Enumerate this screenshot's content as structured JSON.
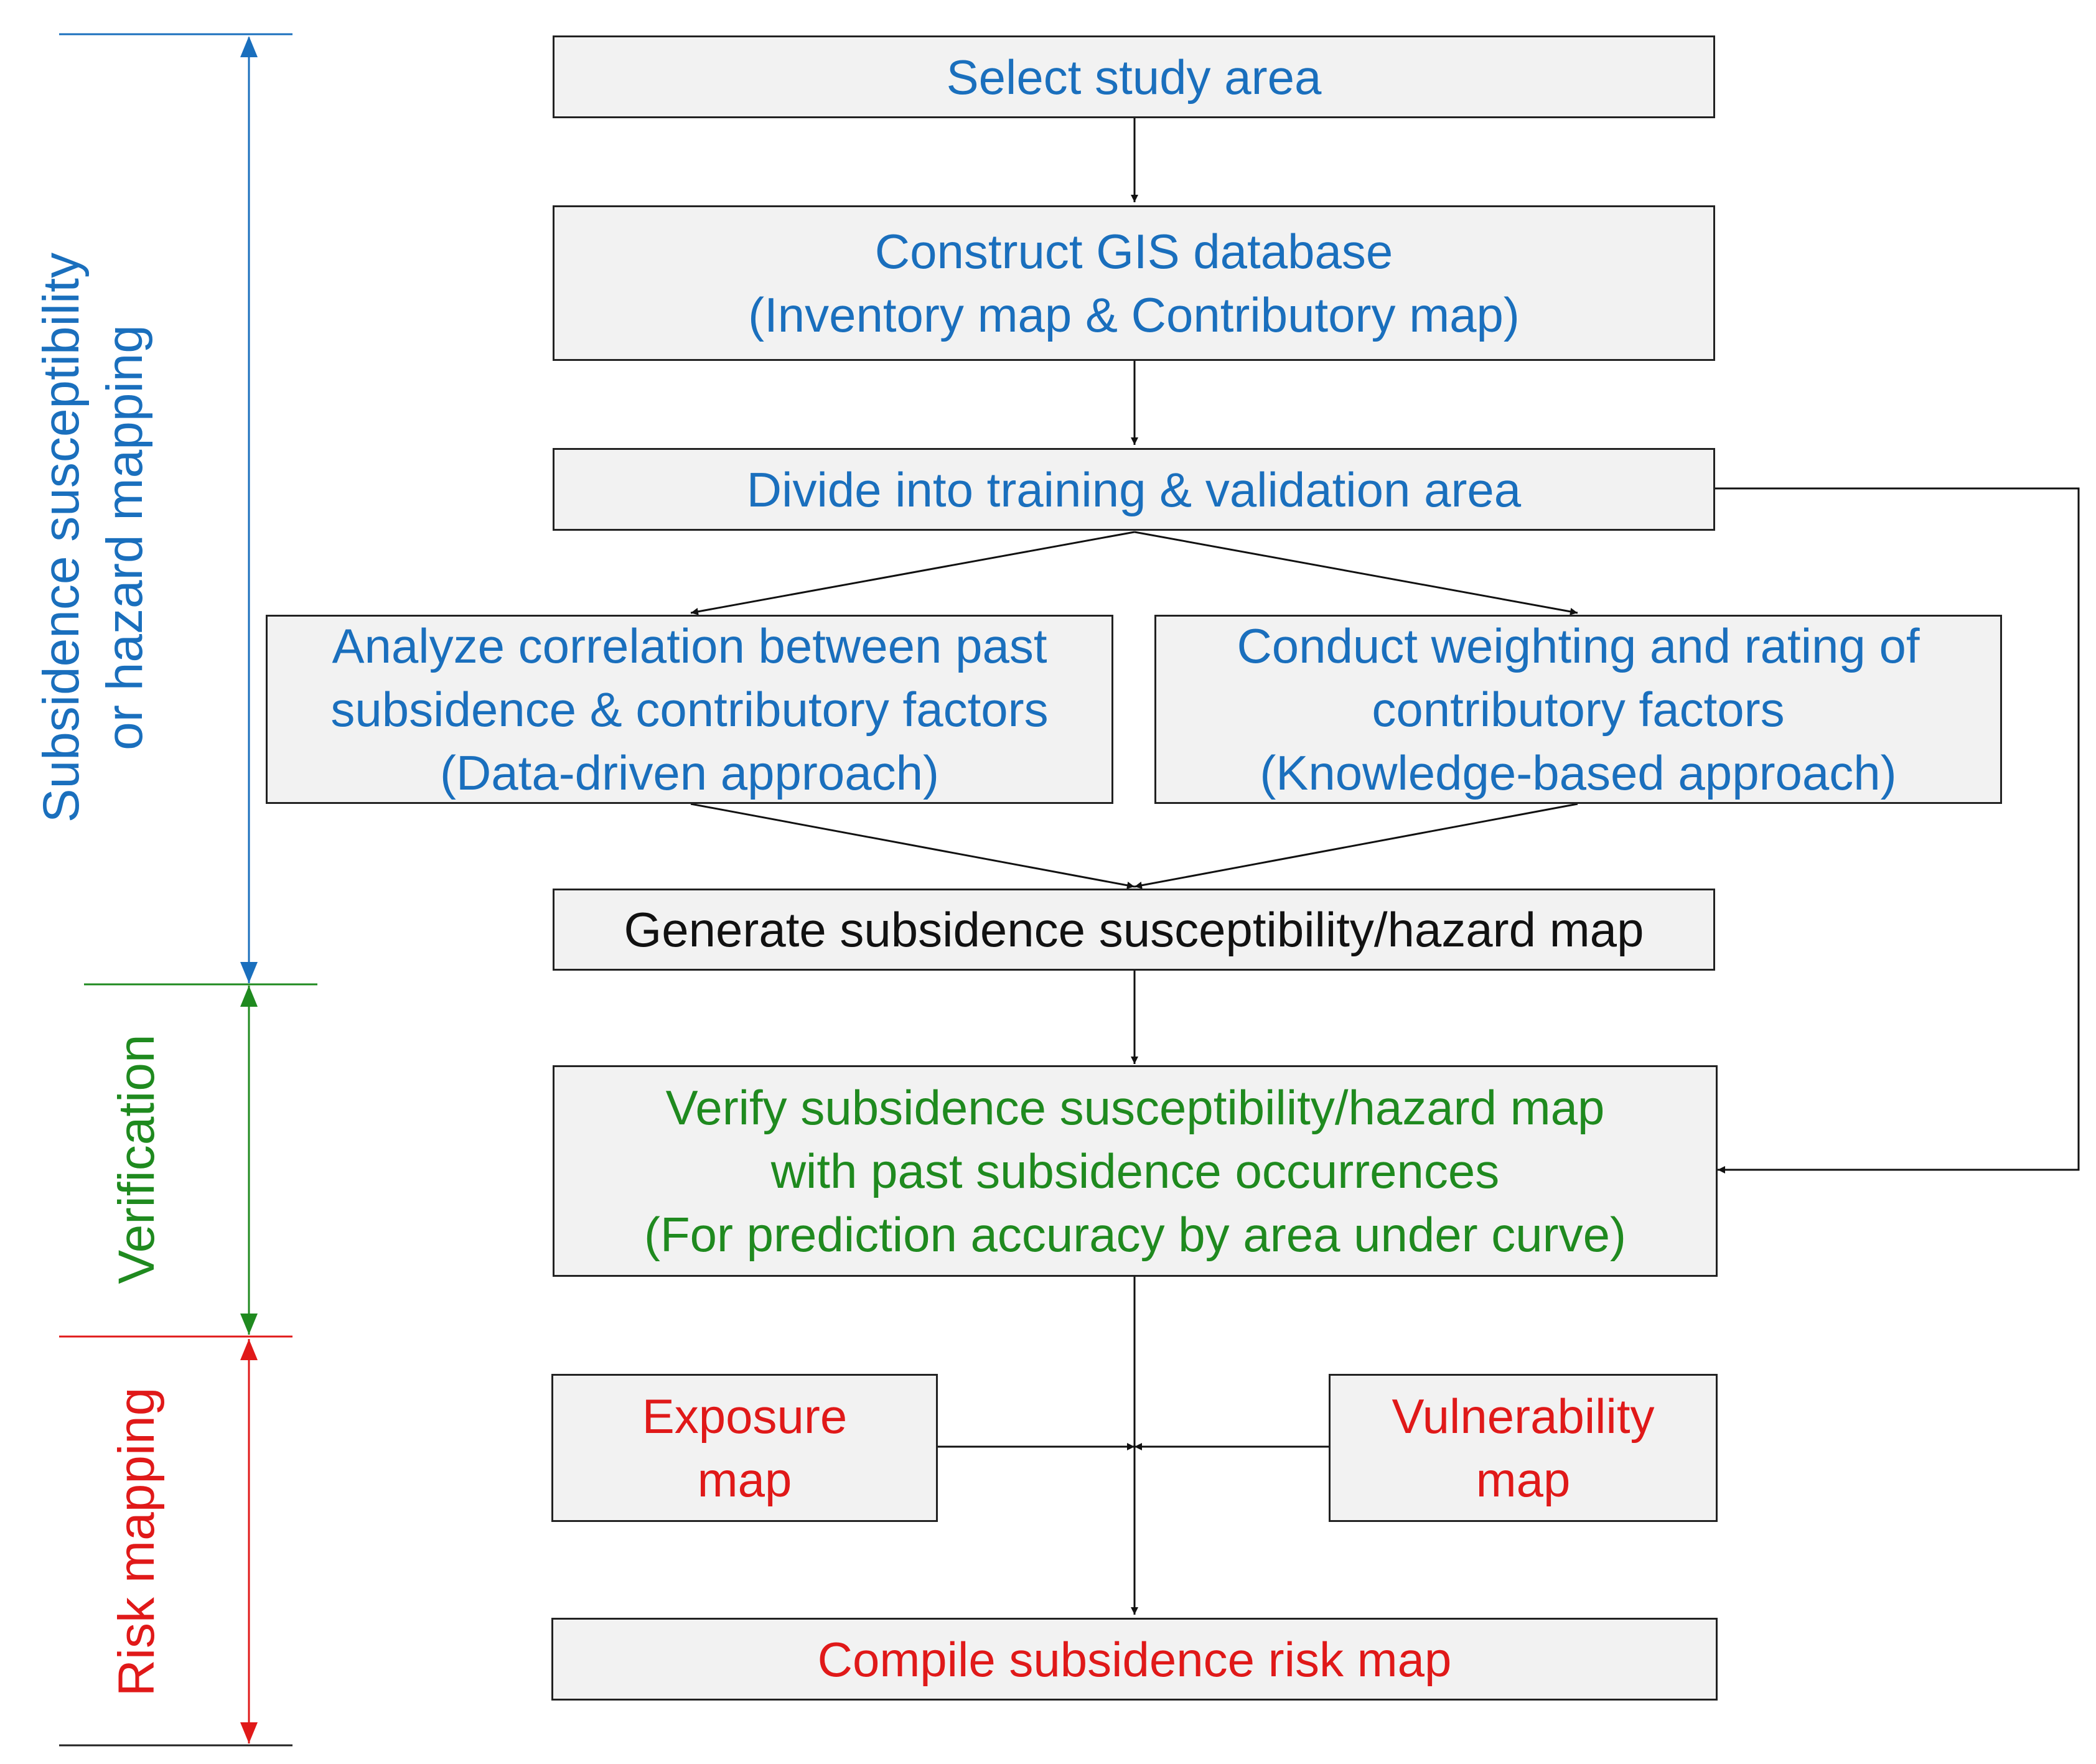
{
  "phases": {
    "susceptibility": {
      "lines": [
        "Subsidence susceptibility",
        "or hazard mapping"
      ],
      "color": "#1a6fbd"
    },
    "verification": {
      "lines": [
        "Verification"
      ],
      "color": "#1f8a1f"
    },
    "risk": {
      "lines": [
        "Risk mapping"
      ],
      "color": "#e01919"
    }
  },
  "steps": {
    "select_area": {
      "lines": [
        "Select study area"
      ]
    },
    "construct_gis": {
      "lines": [
        "Construct GIS database",
        "(Inventory map & Contributory map)"
      ]
    },
    "divide_area": {
      "lines": [
        "Divide into training & validation area"
      ]
    },
    "analyze_correlation": {
      "lines": [
        "Analyze correlation between past",
        "subsidence & contributory factors",
        "(Data-driven approach)"
      ]
    },
    "conduct_weighting": {
      "lines": [
        "Conduct weighting and rating of",
        "contributory factors",
        "(Knowledge-based approach)"
      ]
    },
    "generate_map": {
      "lines": [
        "Generate subsidence susceptibility/hazard map"
      ]
    },
    "verify_map": {
      "lines": [
        "Verify subsidence susceptibility/hazard map",
        "with past subsidence occurrences",
        "(For prediction accuracy by area under curve)"
      ]
    },
    "exposure_map": {
      "lines": [
        "Exposure",
        "map"
      ]
    },
    "vulnerability_map": {
      "lines": [
        "Vulnerability",
        "map"
      ]
    },
    "compile_risk": {
      "lines": [
        "Compile subsidence risk map"
      ]
    }
  }
}
